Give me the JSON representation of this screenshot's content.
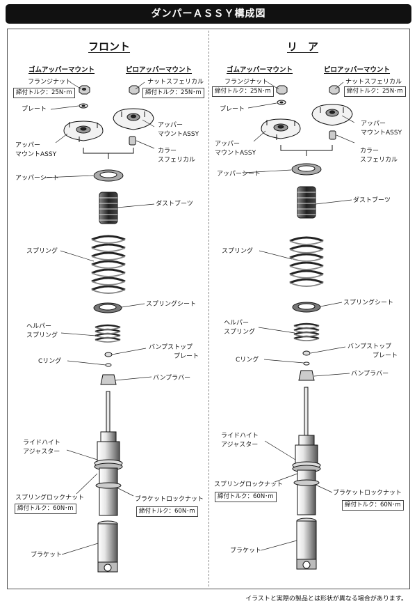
{
  "header": {
    "title": "ダンパーＡＳＳＹ構成図"
  },
  "front": {
    "title": "フロント",
    "rubber_mount": "ゴムアッパーマウント",
    "pillow_mount": "ピロアッパーマウント",
    "flange_nut": "フランジナット",
    "torque_nut": "締付トルク：25N･m",
    "nut_spherical": "ナットスフェリカル",
    "torque_spherical": "締付トルク：25N･m",
    "plate": "プレート",
    "upper_mount_1": "アッパー",
    "upper_mount_2": "マウントASSY",
    "upper_mount_r1": "アッパー",
    "upper_mount_r2": "マウントASSY",
    "collar_1": "カラー",
    "collar_2": "スフェリカル",
    "upper_seat": "アッパーシート",
    "dust_boots": "ダストブーツ",
    "spring": "スプリング",
    "spring_seat": "スプリングシート",
    "helper_1": "ヘルパー",
    "helper_2": "スプリング",
    "bump_plate_1": "バンプストップ",
    "bump_plate_2": "プレート",
    "c_ring": "Cリング",
    "bump_rubber": "バンプラバー",
    "ride_height_1": "ライドハイト",
    "ride_height_2": "アジャスター",
    "spring_lock": "スプリングロックナット",
    "torque_spring_lock": "締付トルク：60N･m",
    "bracket_lock": "ブラケットロックナット",
    "torque_bracket_lock": "締付トルク：60N･m",
    "bracket": "ブラケット"
  },
  "rear": {
    "title": "リ　ア",
    "rubber_mount": "ゴムアッパーマウント",
    "pillow_mount": "ピロアッパーマウント",
    "flange_nut": "フランジナット",
    "torque_nut": "締付トルク：25N･m",
    "nut_spherical": "ナットスフェリカル",
    "torque_spherical": "締付トルク：25N･m",
    "plate": "プレート",
    "upper_mount_1": "アッパー",
    "upper_mount_2": "マウントASSY",
    "upper_mount_r1": "アッパー",
    "upper_mount_r2": "マウントASSY",
    "collar_1": "カラー",
    "collar_2": "スフェリカル",
    "upper_seat": "アッパーシート",
    "dust_boots": "ダストブーツ",
    "spring": "スプリング",
    "spring_seat": "スプリングシート",
    "helper_1": "ヘルパー",
    "helper_2": "スプリング",
    "bump_plate_1": "バンプストップ",
    "bump_plate_2": "プレート",
    "c_ring": "Cリング",
    "bump_rubber": "バンプラバー",
    "ride_height_1": "ライドハイト",
    "ride_height_2": "アジャスター",
    "spring_lock": "スプリングロックナット",
    "torque_spring_lock": "締付トルク：60N･m",
    "bracket_lock": "ブラケットロックナット",
    "torque_bracket_lock": "締付トルク：60N･m",
    "bracket": "ブラケット"
  },
  "footer": {
    "note": "イラストと実際の製品とは形状が異なる場合があります。"
  }
}
